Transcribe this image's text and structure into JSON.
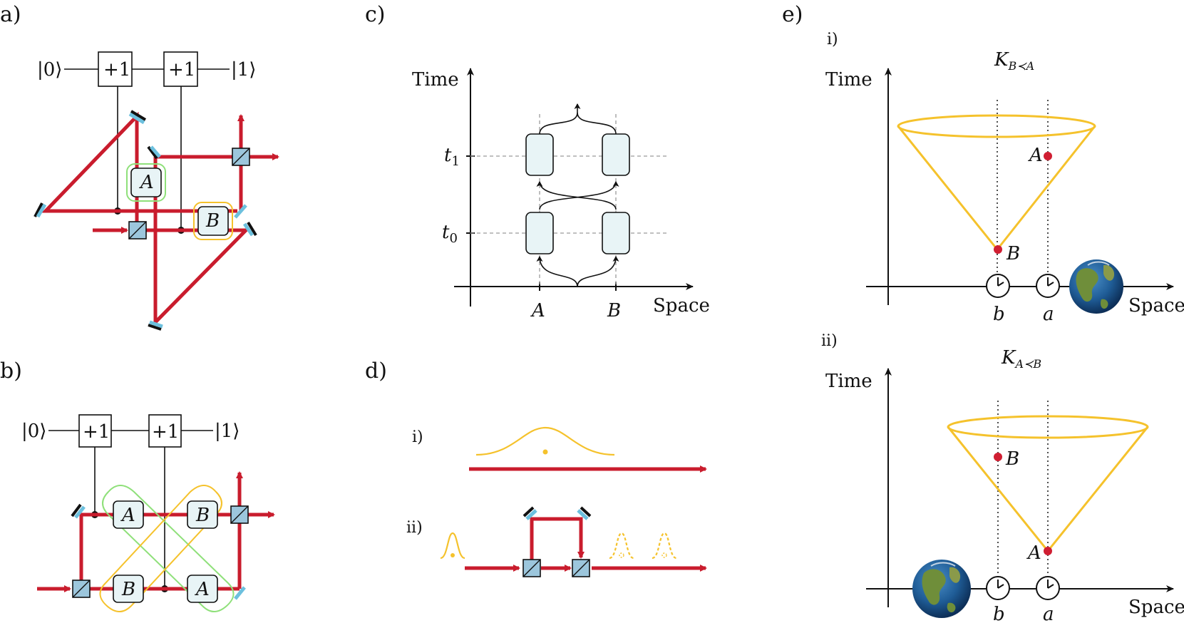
{
  "panels": {
    "a": {
      "label": "a)",
      "ket_in": "|0⟩",
      "ket_out": "|1⟩",
      "gate1": "+1",
      "gate2": "+1",
      "dev_a": "A",
      "dev_b": "B"
    },
    "b": {
      "label": "b)",
      "ket_in": "|0⟩",
      "ket_out": "|1⟩",
      "gate1": "+1",
      "gate2": "+1",
      "top_a": "A",
      "top_b": "B",
      "bot_b": "B",
      "bot_a": "A"
    },
    "c": {
      "label": "c)",
      "y_axis": "Time",
      "x_axis": "Space",
      "t1": "t",
      "t1_sub": "1",
      "t0": "t",
      "t0_sub": "0",
      "x_a": "A",
      "x_b": "B"
    },
    "d": {
      "label": "d)",
      "sub_i": "i)",
      "sub_ii": "ii)"
    },
    "e": {
      "label": "e)",
      "i": {
        "sub": "i)",
        "title_k": "K",
        "title_sub": "B≺A",
        "y_axis": "Time",
        "x_axis": "Space",
        "point_a": "A",
        "point_b": "B",
        "clock_b": "b",
        "clock_a": "a"
      },
      "ii": {
        "sub": "ii)",
        "title_k": "K",
        "title_sub": "A≺B",
        "y_axis": "Time",
        "x_axis": "Space",
        "point_a": "A",
        "point_b": "B",
        "clock_b": "b",
        "clock_a": "a"
      }
    }
  },
  "colors": {
    "beam": "#c91c2d",
    "cone": "#f5c22c",
    "device_fill": "#e8f4f6",
    "beam_splitter": "#9cc6dc",
    "mirror_coating": "#6cc0de",
    "green_loop": "#8fe07a",
    "event_point": "#d01e32"
  },
  "icons": [
    "clock-icon",
    "earth-icon",
    "mirror-icon",
    "beam-splitter-icon",
    "wave-packet-icon"
  ]
}
